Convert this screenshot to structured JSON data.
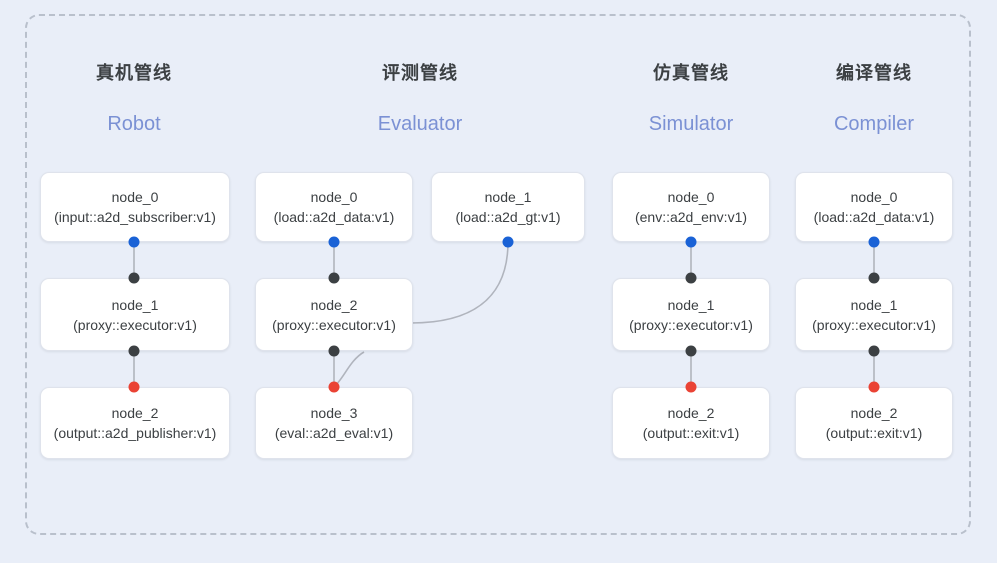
{
  "diagram": {
    "frame": {
      "style": "dashed-rounded-rectangle"
    },
    "background_color": "#e9eef8",
    "accent_colors": {
      "port_output": "#1a62d6",
      "port_input": "#3c4043",
      "port_terminal": "#ea4335",
      "subtitle": "#7b91d4",
      "title": "#3c4043",
      "edge": "#b0b4bd"
    },
    "columns": [
      {
        "id": "robot",
        "title_cn": "真机管线",
        "title_en": "Robot",
        "nodes": [
          {
            "name": "node_0",
            "type": "(input::a2d_subscriber:v1)"
          },
          {
            "name": "node_1",
            "type": "(proxy::executor:v1)"
          },
          {
            "name": "node_2",
            "type": "(output::a2d_publisher:v1)"
          }
        ]
      },
      {
        "id": "evaluator",
        "title_cn": "评测管线",
        "title_en": "Evaluator",
        "nodes": [
          {
            "name": "node_0",
            "type": "(load::a2d_data:v1)"
          },
          {
            "name": "node_1",
            "type": "(load::a2d_gt:v1)"
          },
          {
            "name": "node_2",
            "type": "(proxy::executor:v1)"
          },
          {
            "name": "node_3",
            "type": "(eval::a2d_eval:v1)"
          }
        ]
      },
      {
        "id": "simulator",
        "title_cn": "仿真管线",
        "title_en": "Simulator",
        "nodes": [
          {
            "name": "node_0",
            "type": "(env::a2d_env:v1)"
          },
          {
            "name": "node_1",
            "type": "(proxy::executor:v1)"
          },
          {
            "name": "node_2",
            "type": "(output::exit:v1)"
          }
        ]
      },
      {
        "id": "compiler",
        "title_cn": "编译管线",
        "title_en": "Compiler",
        "nodes": [
          {
            "name": "node_0",
            "type": "(load::a2d_data:v1)"
          },
          {
            "name": "node_1",
            "type": "(proxy::executor:v1)"
          },
          {
            "name": "node_2",
            "type": "(output::exit:v1)"
          }
        ]
      }
    ]
  }
}
